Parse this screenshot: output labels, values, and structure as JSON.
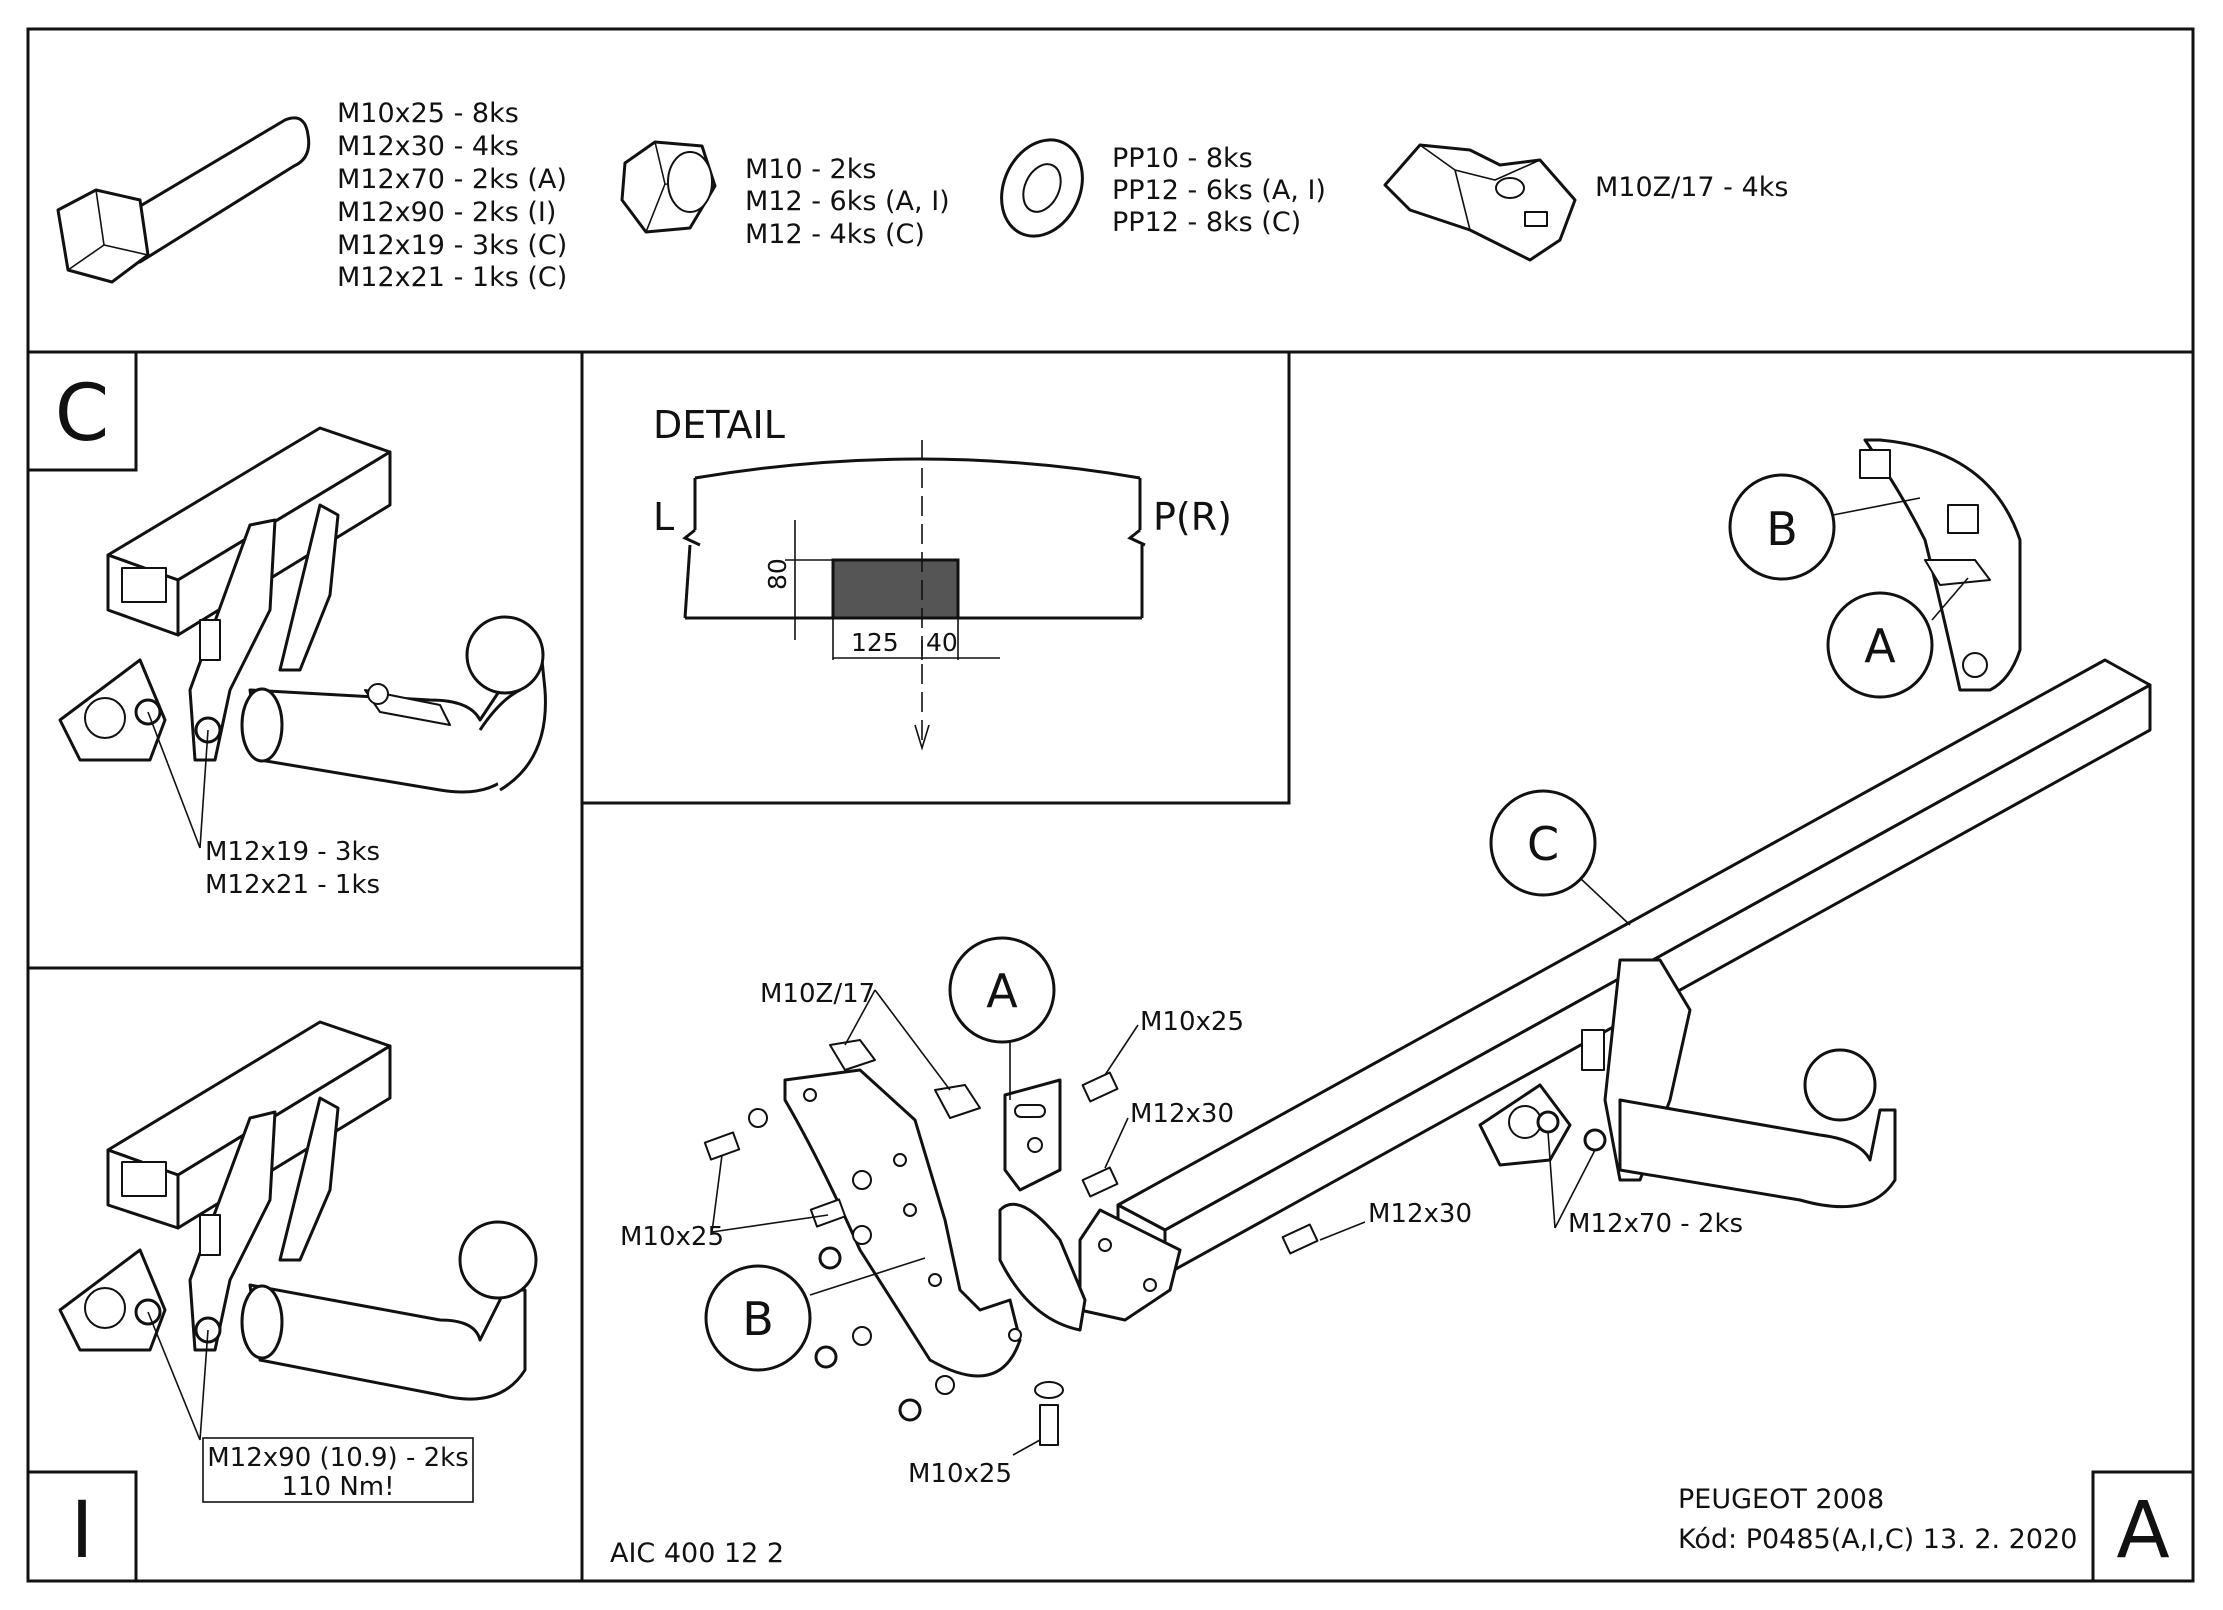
{
  "parts_header": {
    "bolts": [
      "M10x25 - 8ks",
      "M12x30 - 4ks",
      "M12x70 - 2ks (A)",
      "M12x90 - 2ks (I)",
      "M12x19 - 3ks (C)",
      "M12x21 - 1ks (C)"
    ],
    "nuts": [
      "M10 - 2ks",
      "M12 - 6ks (A, I)",
      "M12 - 4ks (C)"
    ],
    "washers": [
      "PP10 - 8ks",
      "PP12 - 6ks (A, I)",
      "PP12 - 8ks (C)"
    ],
    "cage_nut": "M10Z/17 - 4ks"
  },
  "panel_c": {
    "corner_label": "C",
    "callouts": [
      "M12x19 - 3ks",
      "M12x21 - 1ks"
    ]
  },
  "panel_i": {
    "corner_label": "I",
    "callouts": [
      "M12x90 (10.9) - 2ks",
      "110 Nm!"
    ]
  },
  "detail": {
    "title": "DETAIL",
    "left_label": "L",
    "right_label": "P(R)",
    "dim_height": "80",
    "dim_width_1": "125",
    "dim_width_2": "40"
  },
  "main_view": {
    "corner_label": "A",
    "balloons": {
      "b_top": "B",
      "a_top": "A",
      "c_mid": "C",
      "a_low": "A",
      "b_low": "B"
    },
    "labels": {
      "cage_nut": "M10Z/17",
      "bolt_m10_top": "M10x25",
      "bolt_m12_top": "M12x30",
      "bolt_m10_left": "M10x25",
      "bolt_m12_mid": "M12x30",
      "bolt_m12x70": "M12x70 - 2ks",
      "bolt_m10_bottom": "M10x25"
    }
  },
  "footer": {
    "catalog": "AIC 400 12 2",
    "vehicle": "PEUGEOT 2008",
    "code_line": "Kód: P0485(A,I,C)  13. 2. 2020"
  }
}
